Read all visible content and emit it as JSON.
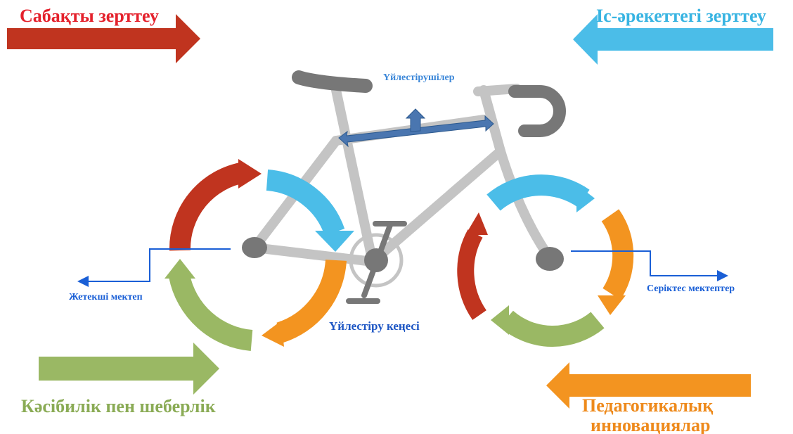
{
  "labels": {
    "top_left": "Сабақты зерттеу",
    "top_right": "Іс-әрекеттегі зерттеу",
    "bottom_left": "Кәсібилік пен шеберлік",
    "bottom_right_line1": "Педагогикалық",
    "bottom_right_line2": "инновациялар",
    "coordinators": "Үйлестірушілер",
    "council": "Үйлестіру кеңесі",
    "lead_school": "Жетекші  мектеп",
    "partner_schools": "Серіктес  мектептер"
  },
  "colors": {
    "red": "#c0341f",
    "blue": "#4bbde8",
    "green": "#9ab864",
    "orange": "#f39420",
    "frame": "#c4c4c4",
    "dark": "#777777",
    "link": "#1a5fd6",
    "coordinators_text": "#3a86d8",
    "council_text": "#1d56c4",
    "bar": "#4a76b0"
  }
}
